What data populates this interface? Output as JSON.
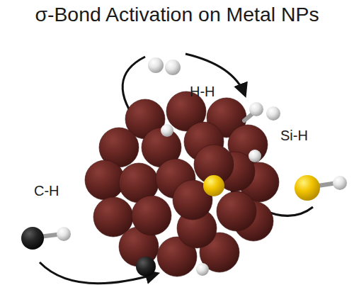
{
  "diagram": {
    "title": "σ-Bond Activation on Metal NPs",
    "labels": [
      "H-H",
      "Si-H",
      "C-H"
    ]
  }
}
